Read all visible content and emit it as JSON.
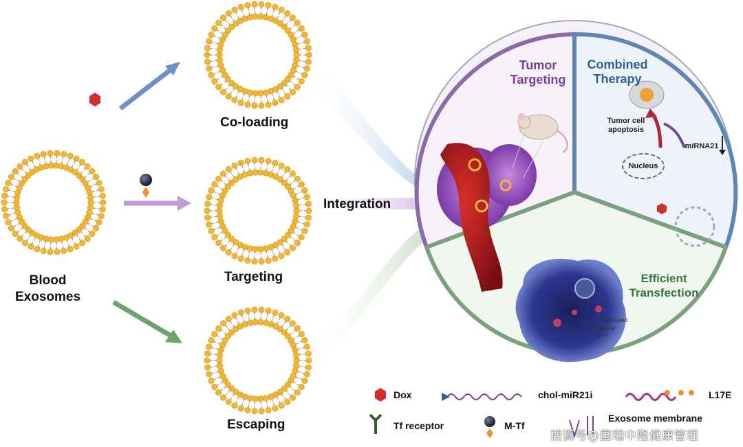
{
  "labels": {
    "blood_exosomes": "Blood\nExosomes",
    "co_loading": "Co-loading",
    "targeting": "Targeting",
    "escaping": "Escaping",
    "integration": "Integration"
  },
  "sectors": {
    "tumor_targeting": "Tumor\nTargeting",
    "combined_therapy": "Combined\nTherapy",
    "efficient_transfection": "Efficient\nTransfection"
  },
  "annotations": {
    "tumor_cell_apoptosis": "Tumor cell\napoptosis",
    "nucleus": "Nucleus",
    "mirna21": "miRNA21",
    "protonated": "protonated",
    "membrane_lysis": "Membrane\nLysis"
  },
  "legend": {
    "dox": "Dox",
    "chol_mir21i": "chol-miR21i",
    "l17e": "L17E",
    "tf_receptor": "Tf receptor",
    "m_tf": "M-Tf",
    "exosome_membrane": "Exosome membrane"
  },
  "watermark": "搜狐号@国瑞中隆健康管理",
  "colors": {
    "lipid_head": "#f2b731",
    "lipid_tail": "#9a8a7a",
    "dox": "#d42b2b",
    "mirna_strand": "#7b3fa0",
    "l17e": "#b0307a",
    "tf_receptor": "#3c5a2a",
    "m_tf_sphere": "#2a2a3e",
    "m_tf_diamond": "#f0902a",
    "tumor_sector_border": "#8a6aa8",
    "therapy_sector_border": "#5b86b5",
    "transfection_sector_border": "#7aa27a",
    "tumor_title": "#7b3fa0",
    "therapy_title": "#2f5f9a",
    "transfection_title": "#2f7a3a"
  }
}
